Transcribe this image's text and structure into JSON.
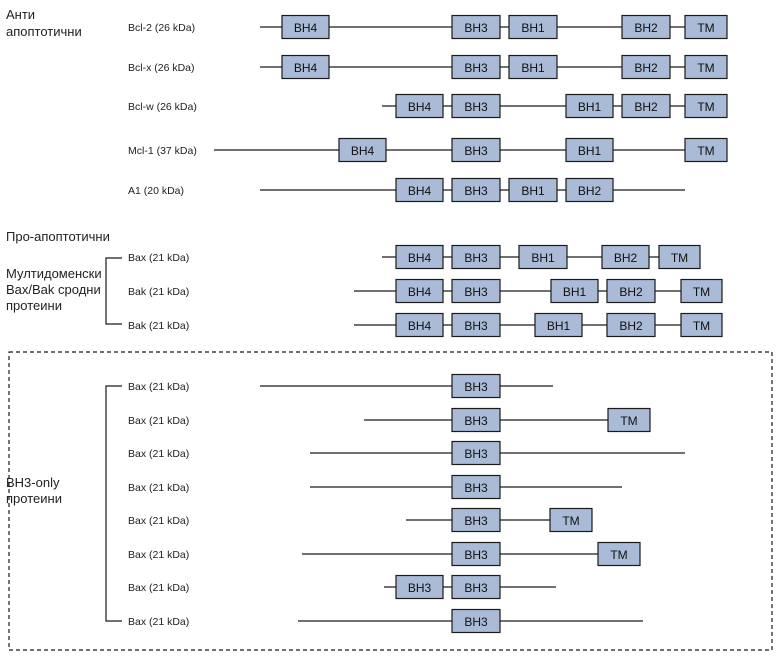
{
  "groups": {
    "anti_line1": "Анти",
    "anti_line2": "апоптотични",
    "pro": "Про-апоптотични",
    "multi_line1": "Мултидоменски",
    "multi_line2": "Bax/Bak сродни",
    "multi_line3": "протеини",
    "bh3_line1": "BH3-only",
    "bh3_line2": "протеини"
  },
  "rows": [
    {
      "label": "Bcl-2 (26 kDa)",
      "domains": [
        "BH4",
        "BH3",
        "BH1",
        "BH2",
        "TM"
      ]
    },
    {
      "label": "Bcl-x (26 kDa)",
      "domains": [
        "BH4",
        "BH3",
        "BH1",
        "BH2",
        "TM"
      ]
    },
    {
      "label": "Bcl-w (26 kDa)",
      "domains": [
        "BH4",
        "BH3",
        "BH1",
        "BH2",
        "TM"
      ]
    },
    {
      "label": "Mcl-1 (37 kDa)",
      "domains": [
        "BH4",
        "BH3",
        "BH1",
        "TM"
      ]
    },
    {
      "label": "A1 (20 kDa)",
      "domains": [
        "BH4",
        "BH3",
        "BH1",
        "BH2"
      ]
    },
    {
      "label": "Bax (21 kDa)",
      "domains": [
        "BH4",
        "BH3",
        "BH1",
        "BH2",
        "TM"
      ]
    },
    {
      "label": "Bak (21 kDa)",
      "domains": [
        "BH4",
        "BH3",
        "BH1",
        "BH2",
        "TM"
      ]
    },
    {
      "label": "Bak (21 kDa)",
      "domains": [
        "BH4",
        "BH3",
        "BH1",
        "BH2",
        "TM"
      ]
    },
    {
      "label": "Bax (21 kDa)",
      "domains": [
        "BH3"
      ]
    },
    {
      "label": "Bax (21 kDa)",
      "domains": [
        "BH3",
        "TM"
      ]
    },
    {
      "label": "Bax (21 kDa)",
      "domains": [
        "BH3"
      ]
    },
    {
      "label": "Bax (21 kDa)",
      "domains": [
        "BH3"
      ]
    },
    {
      "label": "Bax (21 kDa)",
      "domains": [
        "BH3",
        "TM"
      ]
    },
    {
      "label": "Bax (21 kDa)",
      "domains": [
        "BH3",
        "TM"
      ]
    },
    {
      "label": "Bax (21 kDa)",
      "domains": [
        "BH3",
        "BH3"
      ]
    },
    {
      "label": "Bax (21 kDa)",
      "domains": [
        "BH3"
      ]
    }
  ],
  "colors": {
    "domain_fill": "#a9bbd6",
    "stroke": "#1a1a1a"
  }
}
